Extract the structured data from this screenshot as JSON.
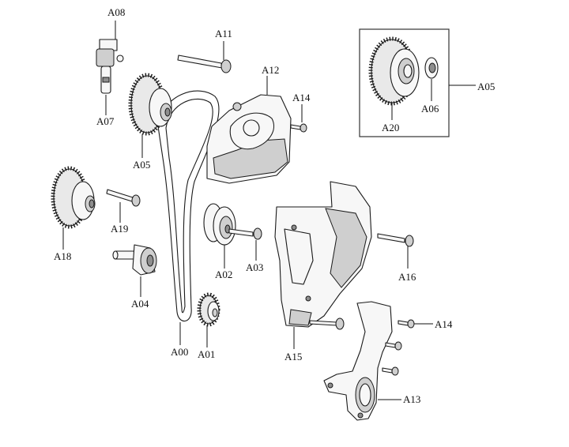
{
  "labels": {
    "A00": "A00",
    "A01": "A01",
    "A02": "A02",
    "A03": "A03",
    "A04": "A04",
    "A05_gear": "A05",
    "A05_inset": "A05",
    "A06": "A06",
    "A07": "A07",
    "A08": "A08",
    "A11": "A11",
    "A12": "A12",
    "A13": "A13",
    "A14_top": "A14",
    "A14_bottom": "A14",
    "A15": "A15",
    "A16": "A16",
    "A18": "A18",
    "A19": "A19",
    "A20": "A20"
  },
  "colors": {
    "line": "#1a1a1a",
    "fill": "#f7f7f7",
    "shade": "#cfcfcf",
    "background": "#ffffff"
  }
}
